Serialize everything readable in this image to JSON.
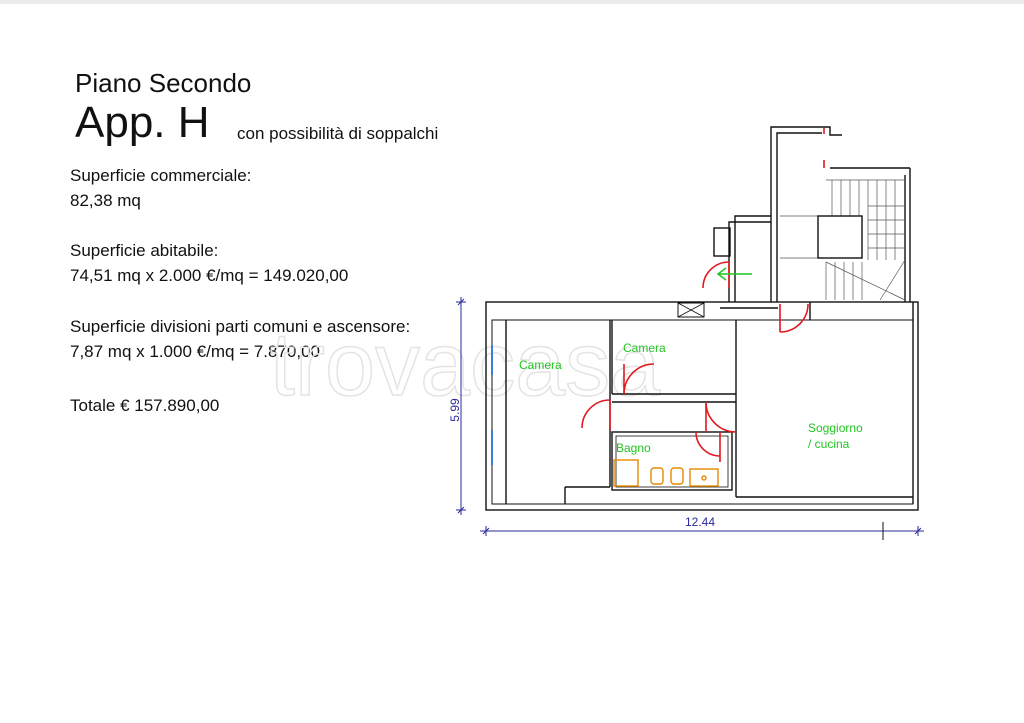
{
  "header": {
    "floor": "Piano Secondo",
    "apartment": "App. H",
    "note": "con possibilità di soppalchi"
  },
  "info": {
    "commercial_label": "Superficie commerciale:",
    "commercial_value": "82,38 mq",
    "habitable_label": "Superficie abitabile:",
    "habitable_value": "74,51 mq x 2.000 €/mq = 149.020,00",
    "common_label": "Superficie divisioni parti comuni e ascensore:",
    "common_value": "7,87 mq x 1.000 €/mq = 7.870,00",
    "total": "Totale € 157.890,00"
  },
  "plan": {
    "rooms": {
      "camera1": "Camera",
      "camera2": "Camera",
      "bagno": "Bagno",
      "soggiorno": "Soggiorno",
      "cucina": "/ cucina"
    },
    "dim_height": "5.99",
    "dim_width": "12.44",
    "watermark": "trovacasa"
  },
  "colors": {
    "room_label": "#22c422",
    "door": "#e0191f",
    "bathroom": "#e68a00",
    "dimension": "#2a2a9a",
    "window": "#3b7dd8"
  }
}
